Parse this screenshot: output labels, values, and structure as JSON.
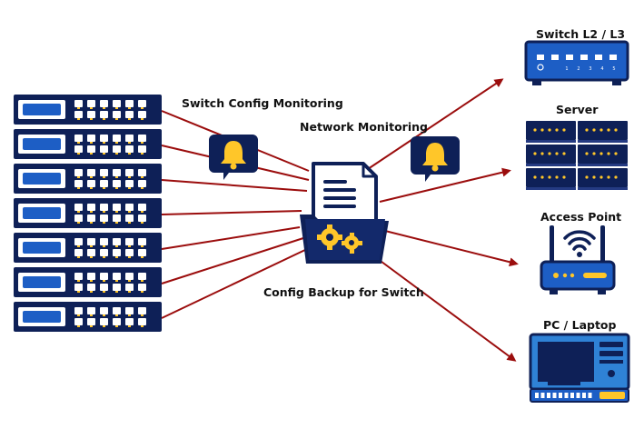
{
  "labels": {
    "switch_config_monitoring": "Switch Config Monitoring",
    "network_monitoring": "Network Monitoring",
    "config_backup": "Config Backup for Switch"
  },
  "devices": [
    {
      "id": "switch",
      "label": "Switch L2 / L3",
      "icon": "switch-icon",
      "port_numbers": [
        "1",
        "2",
        "3",
        "4",
        "5"
      ]
    },
    {
      "id": "server",
      "label": "Server",
      "icon": "server-icon"
    },
    {
      "id": "access-point",
      "label": "Access Point",
      "icon": "access-point-icon"
    },
    {
      "id": "pc-laptop",
      "label": "PC / Laptop",
      "icon": "pc-laptop-icon"
    }
  ],
  "switch_stack": {
    "units": 7,
    "icon": "rack-switch-icon"
  },
  "center_icon": "config-folder-icon",
  "alert_icon": "bell-alert-icon",
  "colors": {
    "navy": "#0e2057",
    "blue": "#1d5ec5",
    "yellow": "#ffc629",
    "arrow": "#9b0d0d",
    "screen": "#2f82d6",
    "device_body": "#e6e9f0"
  }
}
